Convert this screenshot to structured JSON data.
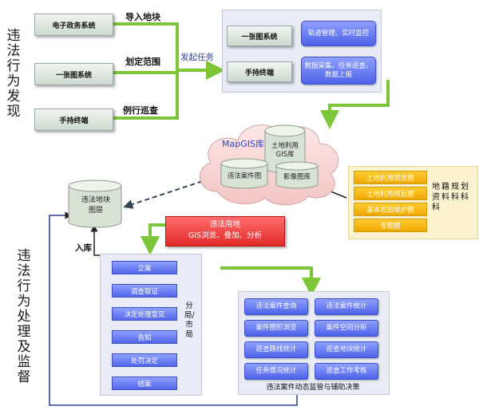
{
  "side_titles": {
    "top": "违法行为发现",
    "bottom": "违法行为处理及监督"
  },
  "sources": [
    {
      "label": "电子政务系统",
      "action": "导入地块"
    },
    {
      "label": "一张图系统",
      "action": "划定范围"
    },
    {
      "label": "手持终端",
      "action": "例行巡查"
    }
  ],
  "launch_task": "发起任务",
  "task_panel": [
    {
      "label": "一张图系统",
      "desc": "轨迹管理、实时监控"
    },
    {
      "label": "手持终端",
      "desc": "数据采集、任务巡查、数据上报"
    }
  ],
  "cloud": {
    "title": "MapGIS库",
    "db_land": "土地利用GIS库",
    "db_case": "违法案件图",
    "db_image": "影像图库"
  },
  "illegal_layer": "违法地块图层",
  "maps_panel": {
    "items": [
      "土地利用现状图",
      "土地利用规划图",
      "基本农田保护图",
      "专题图"
    ],
    "side": "地籍规划资料科科科"
  },
  "gis_box": {
    "line1": "违法用地",
    "line2": "GIS浏览、叠加、分析"
  },
  "warehouse_label": "入库",
  "workflow": {
    "steps": [
      "立案",
      "调查取证",
      "决定处理意见",
      "告知",
      "处罚决定",
      "结案"
    ],
    "side": "分局/市局"
  },
  "decision": {
    "items": [
      "违法案件查询",
      "违法案件统计",
      "案件图形浏览",
      "案件空间分析",
      "巡查路线统计",
      "巡查地块统计",
      "任务情况统计",
      "巡查工作考核"
    ],
    "caption": "违法案件动态监管与辅助决策"
  },
  "colors": {
    "arrow_green": "#7dc63a",
    "blue_box": "#5266ea",
    "red_box": "#e8383c",
    "yellow": "#ffc21a"
  }
}
